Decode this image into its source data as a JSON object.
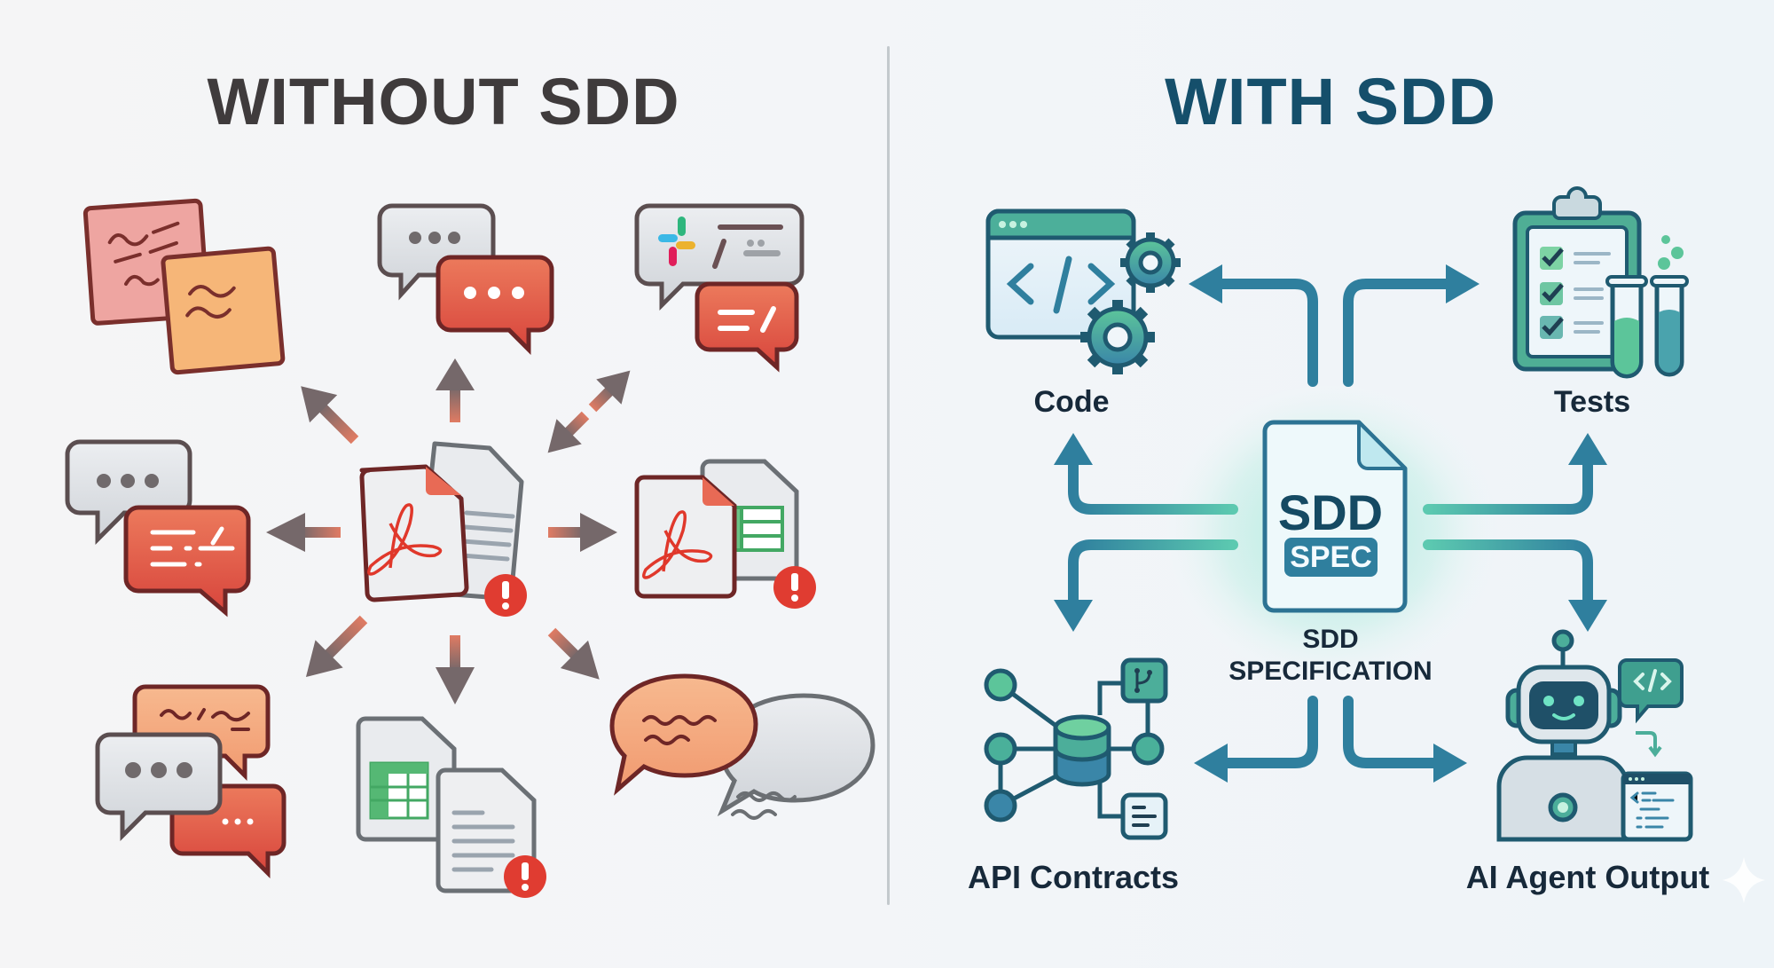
{
  "left_panel": {
    "title": "WITHOUT SDD",
    "center_hub": "scattered-documents",
    "items": [
      {
        "name": "sticky-notes",
        "icon": "sticky-notes-icon"
      },
      {
        "name": "chat-bubbles",
        "icon": "chat-bubbles-icon"
      },
      {
        "name": "slack-messages",
        "icon": "slack-icon"
      },
      {
        "name": "chat-messages",
        "icon": "chat-bubbles-icon"
      },
      {
        "name": "pdf-spreadsheet",
        "icon": "pdf-icon",
        "warning": true
      },
      {
        "name": "chat-threads",
        "icon": "chat-bubbles-icon"
      },
      {
        "name": "spreadsheet-document",
        "icon": "spreadsheet-icon",
        "warning": true
      },
      {
        "name": "conversation",
        "icon": "speech-bubbles-icon"
      }
    ],
    "hub_warning": true
  },
  "right_panel": {
    "title": "WITH SDD",
    "center": {
      "title": "SDD",
      "badge": "SPEC",
      "caption_line1": "SDD",
      "caption_line2": "SPECIFICATION"
    },
    "outputs": [
      {
        "label": "Code",
        "icon": "code-window-icon"
      },
      {
        "label": "Tests",
        "icon": "clipboard-tests-icon"
      },
      {
        "label": "API Contracts",
        "icon": "database-network-icon"
      },
      {
        "label": "AI Agent Output",
        "icon": "robot-icon"
      }
    ]
  },
  "colors": {
    "left_title": "#3f3b3c",
    "right_title": "#154f6b",
    "chaos_red": "#d9483b",
    "chaos_arrow": "#7b6466",
    "sdd_teal": "#2f7f9e",
    "sdd_green": "#5cc59a"
  }
}
